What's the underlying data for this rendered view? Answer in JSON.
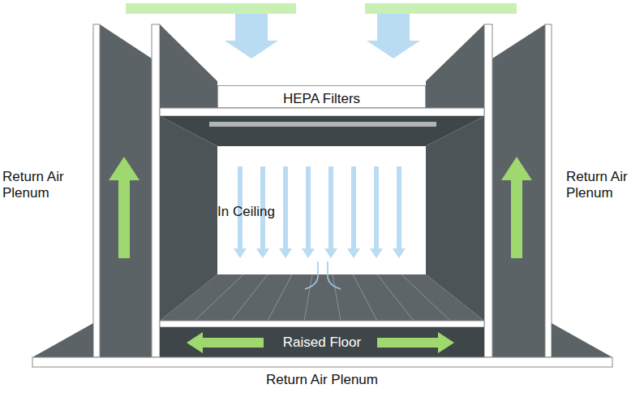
{
  "diagram": {
    "nodes": [
      {
        "text": [
          "HEPA Filters"
        ]
      },
      {
        "text": [
          "In Ceiling"
        ]
      },
      {
        "text": [
          "Raised Floor"
        ]
      }
    ],
    "labels": [
      "Return Air Plenum",
      "Return Air Plenum",
      "Return Air Plenum"
    ]
  }
}
